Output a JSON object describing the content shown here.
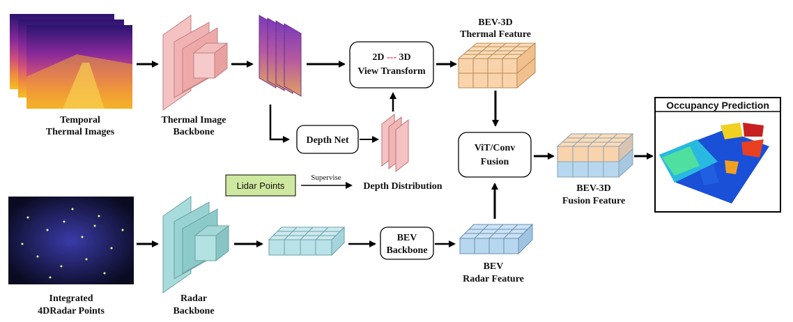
{
  "inputs": {
    "thermal_label_line1": "Temporal",
    "thermal_label_line2": "Thermal Images",
    "radar_label_line1": "Integrated",
    "radar_label_line2": "4DRadar Points"
  },
  "backbones": {
    "thermal_line1": "Thermal Image",
    "thermal_line2": "Backbone",
    "radar_line1": "Radar",
    "radar_line2": "Backbone"
  },
  "modules": {
    "view_transform_2d": "2D",
    "view_transform_dash": "---",
    "view_transform_3d": "3D",
    "view_transform_line2": "View Transform",
    "depth_net": "Depth Net",
    "fusion_line1": "ViT/Conv",
    "fusion_line2": "Fusion",
    "bev_backbone_line1": "BEV",
    "bev_backbone_line2": "Backbone"
  },
  "features": {
    "bev3d_thermal_line1": "BEV-3D",
    "bev3d_thermal_line2": "Thermal Feature",
    "bev_radar_line1": "BEV",
    "bev_radar_line2": "Radar Feature",
    "bev3d_fusion_line1": "BEV-3D",
    "bev3d_fusion_line2": "Fusion Feature"
  },
  "depth": {
    "lidar_points": "Lidar Points",
    "supervise": "Supervise",
    "depth_distribution": "Depth Distribution"
  },
  "output": {
    "title": "Occupancy Prediction"
  },
  "colors": {
    "thermal_backbone": "#f4c2c2",
    "radar_backbone": "#a8dcdc",
    "thermal_cube": "#f8d3ac",
    "radar_cube": "#b9e2e8",
    "bev_radar_cube": "#b7d7ee",
    "lidar_box": "#cfe8a0",
    "dash_accent": "#e03030"
  }
}
